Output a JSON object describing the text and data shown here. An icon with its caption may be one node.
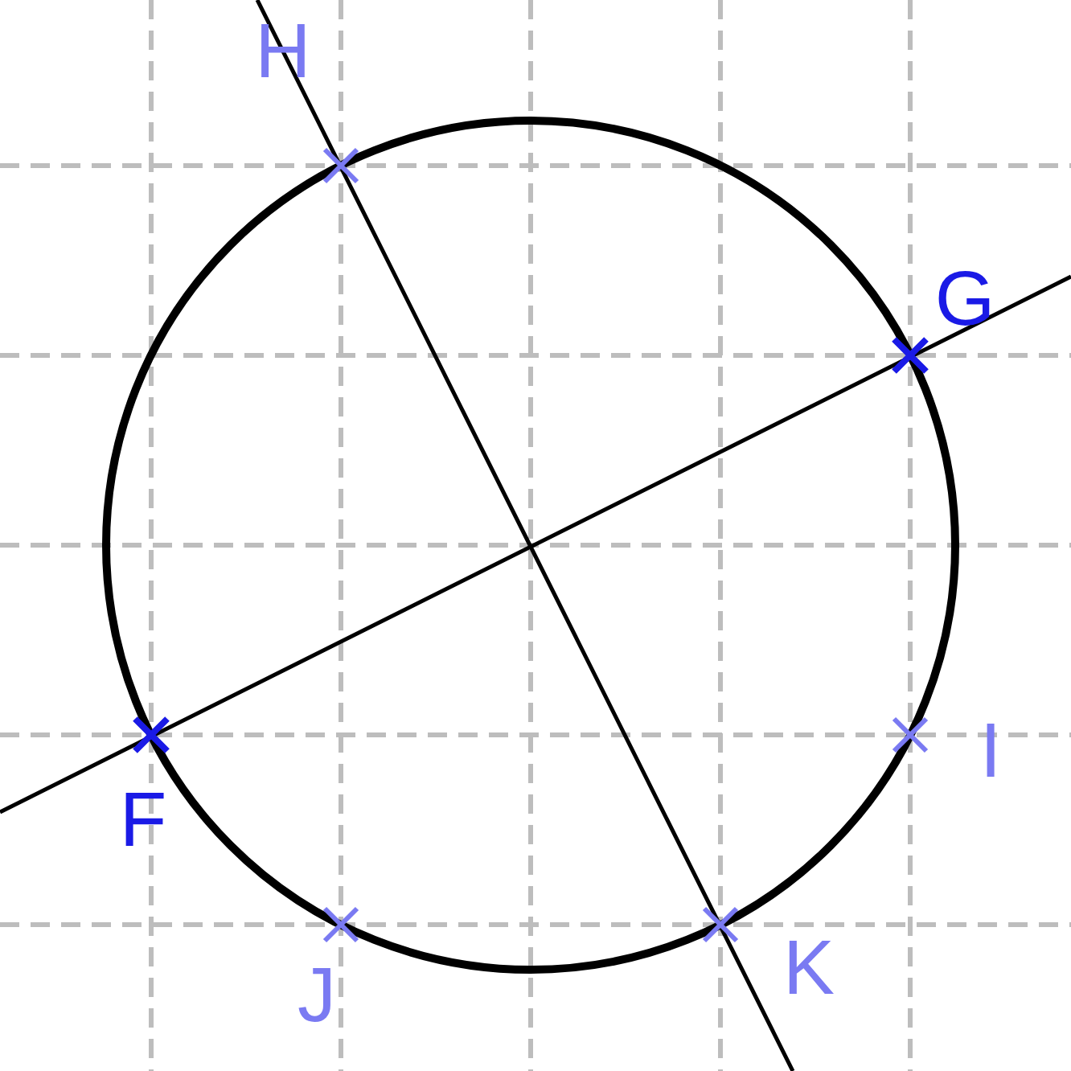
{
  "diagram": {
    "labels": [
      "H",
      "G",
      "I",
      "F",
      "K",
      "J"
    ]
  }
}
